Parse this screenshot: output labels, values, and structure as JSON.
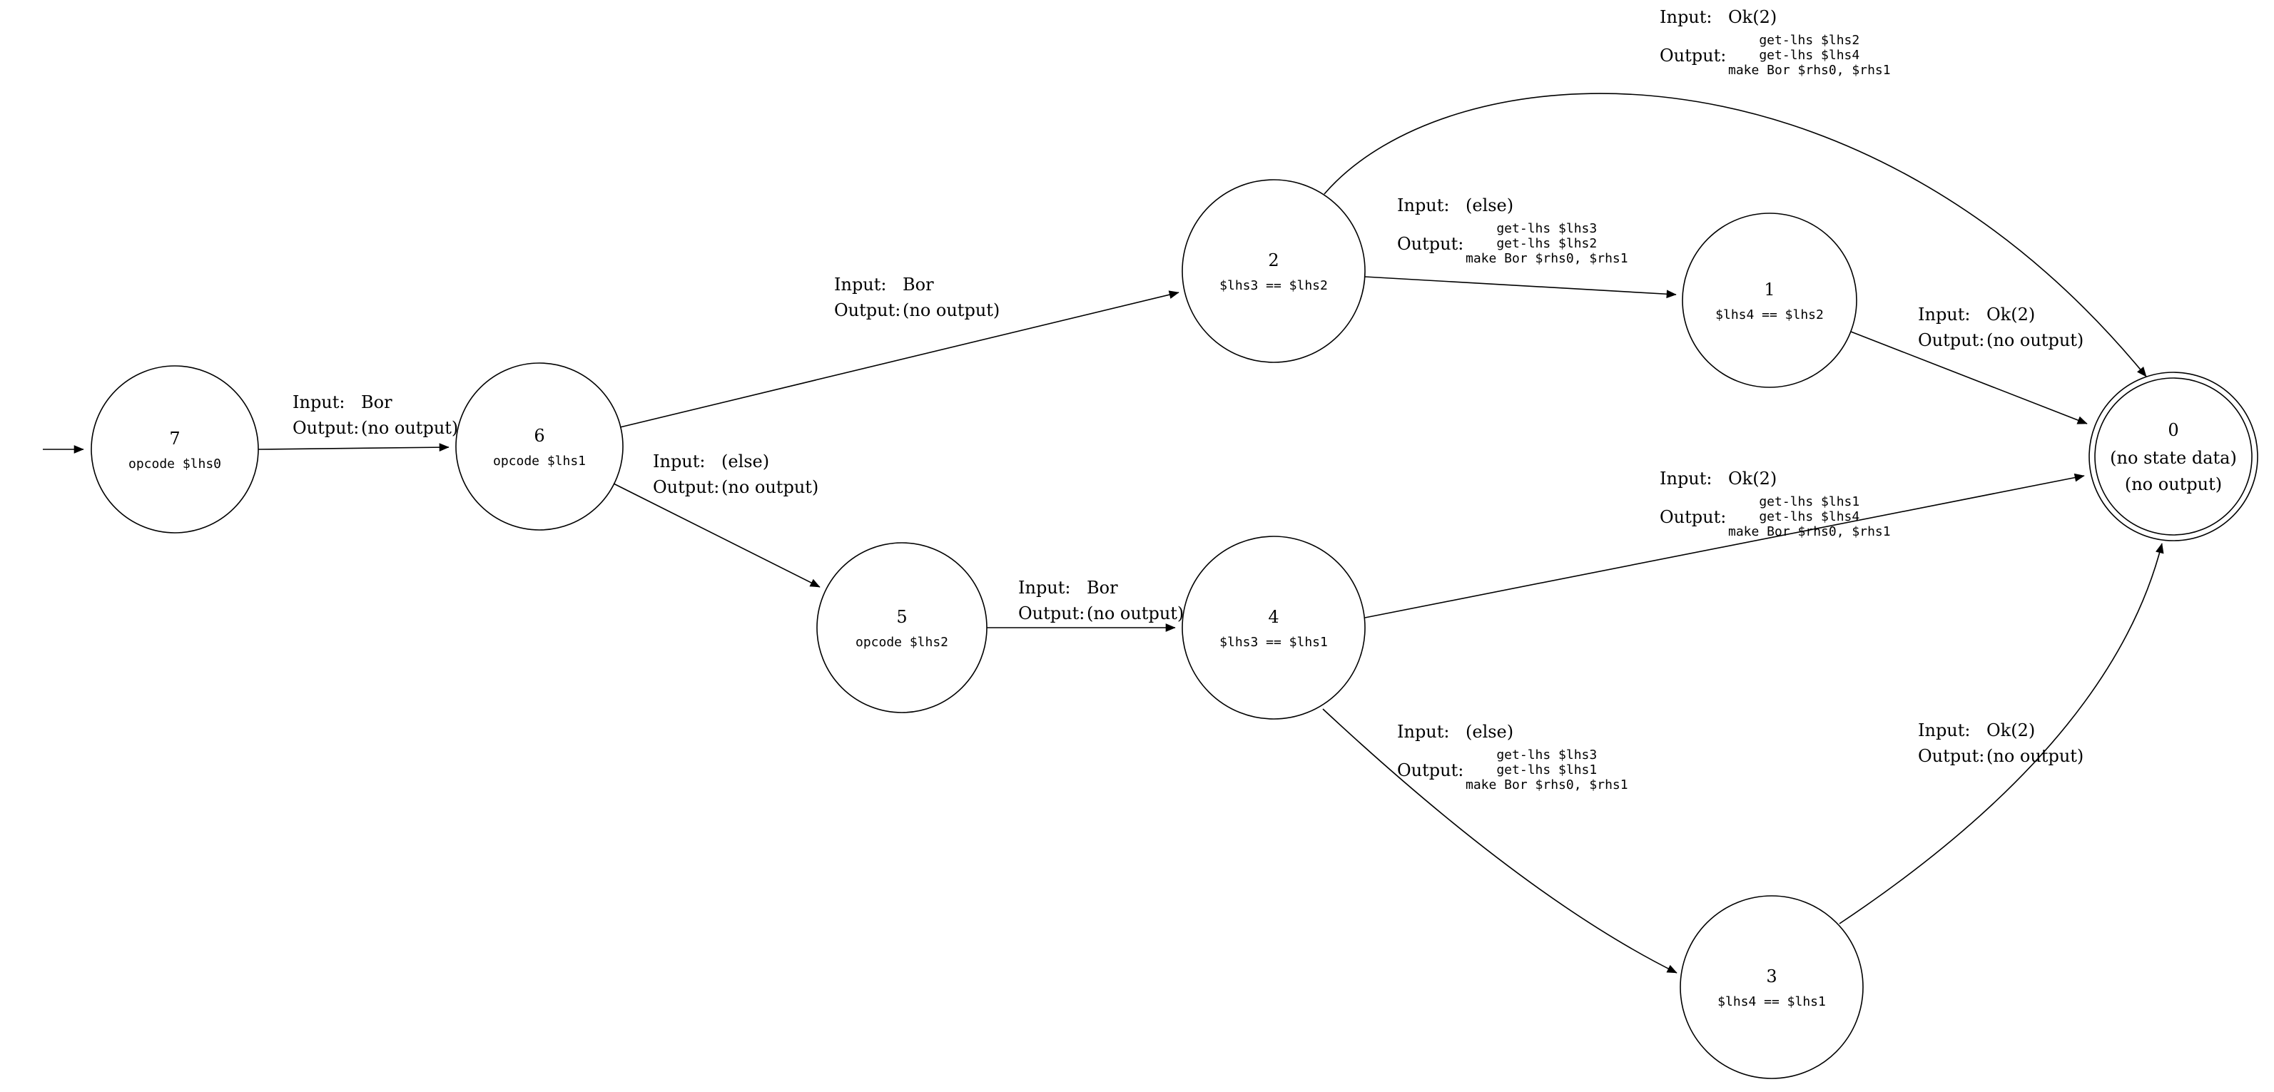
{
  "labels": {
    "input": "Input:",
    "output": "Output:"
  },
  "nodes": {
    "n7": {
      "id": "7",
      "code": "opcode $lhs0"
    },
    "n6": {
      "id": "6",
      "code": "opcode $lhs1"
    },
    "n5": {
      "id": "5",
      "code": "opcode $lhs2"
    },
    "n4": {
      "id": "4",
      "code": "$lhs3 == $lhs1"
    },
    "n3": {
      "id": "3",
      "code": "$lhs4 == $lhs1"
    },
    "n2": {
      "id": "2",
      "code": "$lhs3 == $lhs2"
    },
    "n1": {
      "id": "1",
      "code": "$lhs4 == $lhs2"
    },
    "n0": {
      "id": "0",
      "line1": "(no state data)",
      "line2": "(no output)"
    }
  },
  "edges": {
    "e7_6": {
      "from": "7",
      "to": "6",
      "input": "Bor",
      "output": "(no output)"
    },
    "e6_2": {
      "from": "6",
      "to": "2",
      "input": "Bor",
      "output": "(no output)"
    },
    "e6_5": {
      "from": "6",
      "to": "5",
      "input": "(else)",
      "output": "(no output)"
    },
    "e5_4": {
      "from": "5",
      "to": "4",
      "input": "Bor",
      "output": "(no output)"
    },
    "e2_1": {
      "from": "2",
      "to": "1",
      "input": "(else)",
      "output_lines": [
        "get-lhs $lhs3",
        "get-lhs $lhs2",
        "make Bor $rhs0, $rhs1"
      ]
    },
    "e2_0": {
      "from": "2",
      "to": "0",
      "input": "Ok(2)",
      "output_lines": [
        "get-lhs $lhs2",
        "get-lhs $lhs4",
        "make Bor $rhs0, $rhs1"
      ]
    },
    "e1_0": {
      "from": "1",
      "to": "0",
      "input": "Ok(2)",
      "output": "(no output)"
    },
    "e4_0": {
      "from": "4",
      "to": "0",
      "input": "Ok(2)",
      "output_lines": [
        "get-lhs $lhs1",
        "get-lhs $lhs4",
        "make Bor $rhs0, $rhs1"
      ]
    },
    "e4_3": {
      "from": "4",
      "to": "3",
      "input": "(else)",
      "output_lines": [
        "get-lhs $lhs3",
        "get-lhs $lhs1",
        "make Bor $rhs0, $rhs1"
      ]
    },
    "e3_0": {
      "from": "3",
      "to": "0",
      "input": "Ok(2)",
      "output": "(no output)"
    }
  }
}
